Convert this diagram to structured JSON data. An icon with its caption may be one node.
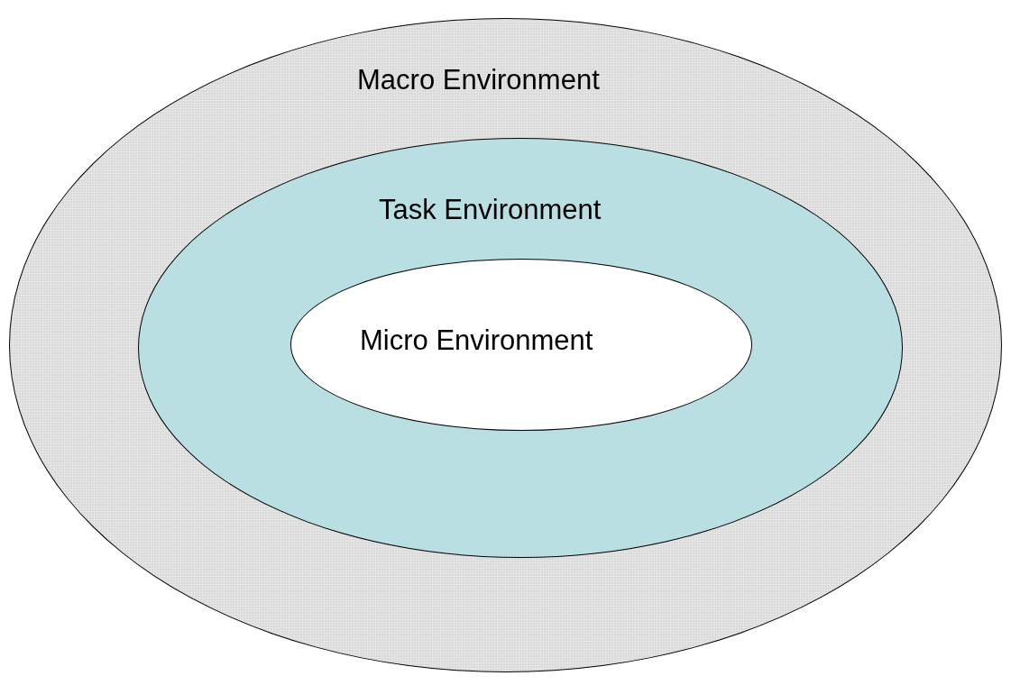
{
  "diagram": {
    "nodes": [
      {
        "text": [
          "Macro Environment"
        ]
      },
      {
        "text": [
          "Task Environment"
        ],
        "in": 0
      },
      {
        "text": [
          "Micro Environment"
        ],
        "in": 1
      }
    ]
  }
}
